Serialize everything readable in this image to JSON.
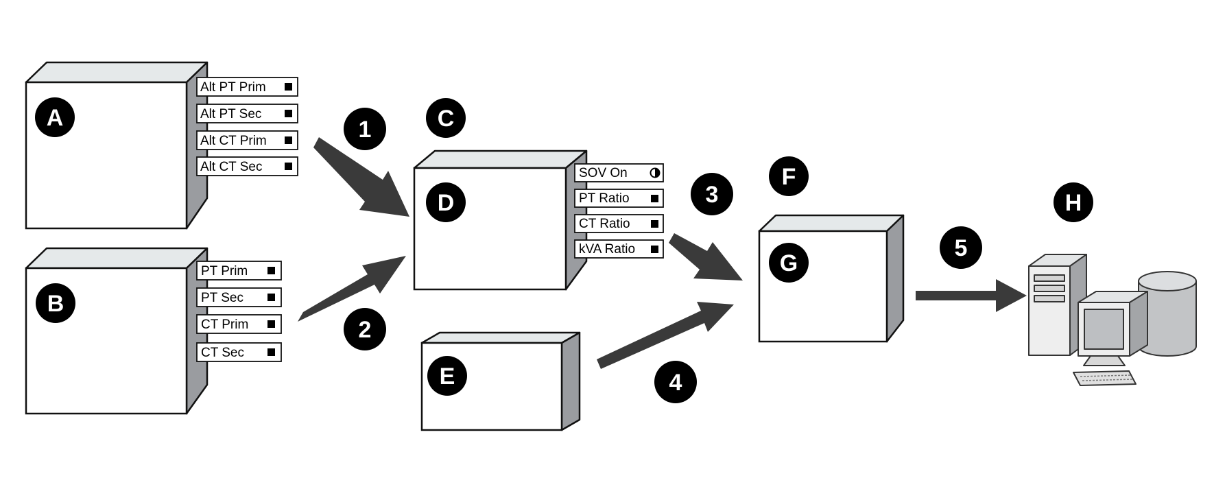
{
  "colors": {
    "box_front": "#ffffff",
    "box_top": "#e5e9ea",
    "box_side": "#9a9ca0",
    "stroke": "#111111",
    "arrow": "#3a3a3a",
    "badge": "#000000",
    "badge_text": "#ffffff"
  },
  "badges": {
    "A": "A",
    "B": "B",
    "C": "C",
    "D": "D",
    "E": "E",
    "F": "F",
    "G": "G",
    "H": "H",
    "n1": "1",
    "n2": "2",
    "n3": "3",
    "n4": "4",
    "n5": "5"
  },
  "ports": {
    "A": [
      {
        "label": "Alt PT Prim",
        "marker": "square"
      },
      {
        "label": "Alt PT Sec",
        "marker": "square"
      },
      {
        "label": "Alt CT Prim",
        "marker": "square"
      },
      {
        "label": "Alt CT Sec",
        "marker": "square"
      }
    ],
    "B": [
      {
        "label": "PT Prim",
        "marker": "square"
      },
      {
        "label": "PT Sec",
        "marker": "square"
      },
      {
        "label": "CT Prim",
        "marker": "square"
      },
      {
        "label": "CT Sec",
        "marker": "square"
      }
    ],
    "D": [
      {
        "label": "SOV On",
        "marker": "half-circle"
      },
      {
        "label": "PT Ratio",
        "marker": "square"
      },
      {
        "label": "CT Ratio",
        "marker": "square"
      },
      {
        "label": "kVA Ratio",
        "marker": "square"
      }
    ]
  },
  "icons": {
    "computer": "workstation-database-icon"
  }
}
